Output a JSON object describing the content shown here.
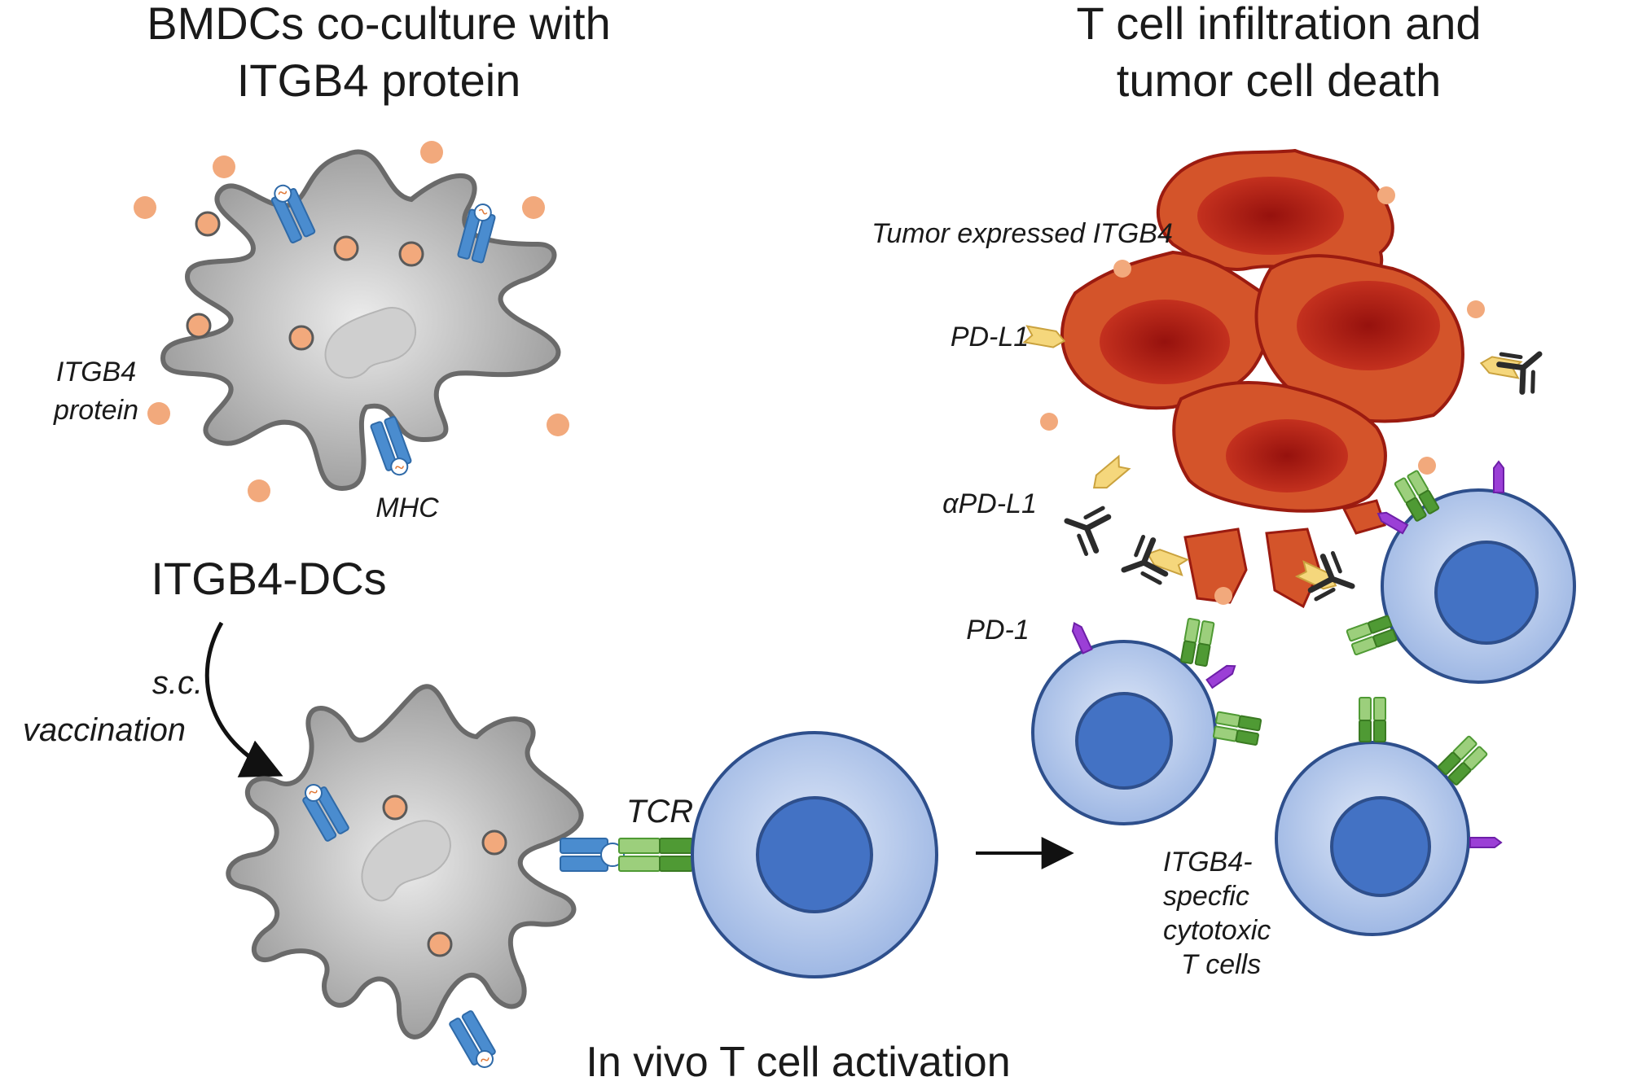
{
  "panels": {
    "left_title": [
      "BMDCs co-culture with",
      "ITGB4 protein"
    ],
    "right_title": [
      "T cell infiltration and",
      "tumor cell death"
    ],
    "bottom_caption": "In vivo T cell activation"
  },
  "labels": {
    "itgb4_protein": [
      "ITGB4",
      "protein"
    ],
    "mhc": "MHC",
    "itgb4_dcs": "ITGB4-DCs",
    "vaccination": [
      "s.c.",
      "vaccination"
    ],
    "tcr": "TCR",
    "tumor_itgb4": "Tumor expressed ITGB4",
    "pd_l1": "PD-L1",
    "anti_pd_l1": "αPD-L1",
    "pd_1": "PD-1",
    "ctl": [
      "ITGB4-",
      "specfic",
      "cytotoxic",
      "T cells"
    ]
  },
  "colors": {
    "dc_body": "#bdbdbd",
    "dc_outline": "#6a6a6a",
    "antigen": "#f2a97c",
    "mhc": "#4a8ccf",
    "tcr_light": "#9ccf7c",
    "tcr_dark": "#4f9a34",
    "t_cell_outer": "#b3c8ec",
    "t_cell_nucleus": "#4372c4",
    "tumor": "#d4542a",
    "tumor_core": "#a60f0f",
    "pd1": "#9b3fd6",
    "pdl1": "#f5d77c",
    "antibody": "#2b2b2b"
  }
}
